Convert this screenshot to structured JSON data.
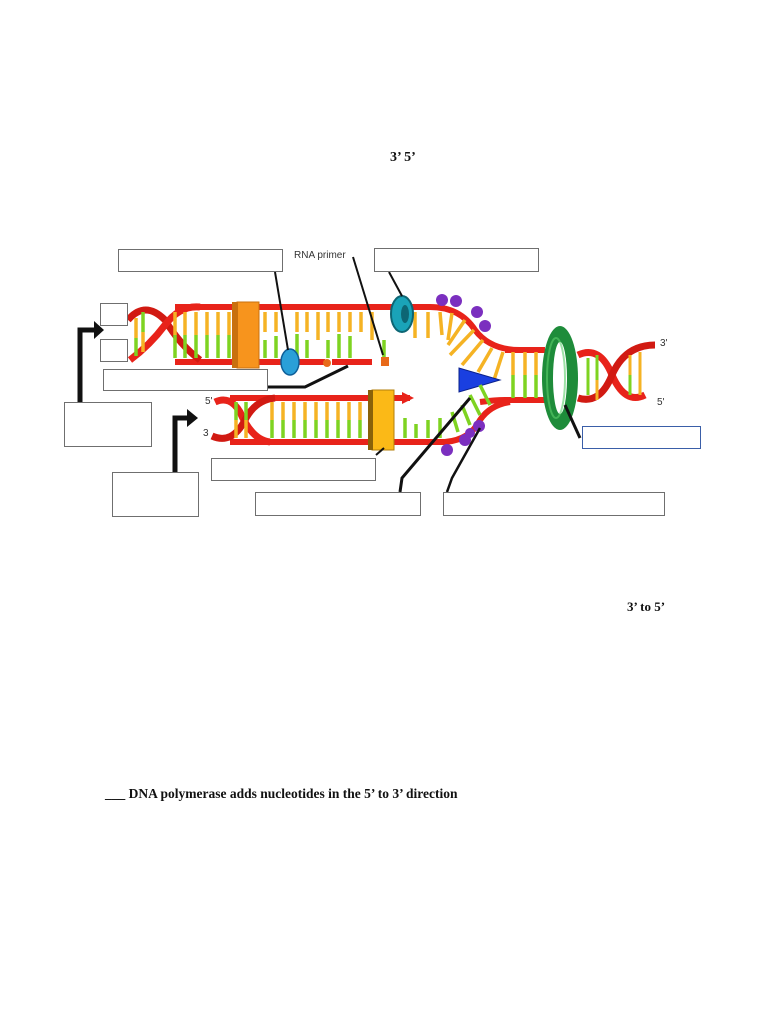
{
  "document": {
    "top_label": "3’   5’",
    "middle_label": "3’ to 5’",
    "statement": "___ DNA polymerase adds nucleotides in the 5’ to 3’ direction"
  },
  "diagram": {
    "title": "DNA replication fork",
    "labels": {
      "rna_primer": "RNA primer",
      "right_top_end": "3'",
      "right_bottom_end": "5'",
      "left_lower_top_end": "5'",
      "left_lower_bottom_end": "3"
    },
    "answer_boxes": [
      {
        "id": "box-top-left",
        "value": ""
      },
      {
        "id": "box-top-right",
        "value": ""
      },
      {
        "id": "box-small-upper",
        "value": ""
      },
      {
        "id": "box-small-lower",
        "value": ""
      },
      {
        "id": "box-mid-left",
        "value": ""
      },
      {
        "id": "box-left-square",
        "value": ""
      },
      {
        "id": "box-lower-left-square",
        "value": ""
      },
      {
        "id": "box-lower-mid",
        "value": ""
      },
      {
        "id": "box-bottom-center",
        "value": ""
      },
      {
        "id": "box-bottom-right",
        "value": ""
      },
      {
        "id": "box-helicase",
        "value": ""
      }
    ],
    "colors": {
      "backbone": "#e8231a",
      "base_orange": "#f5b324",
      "base_green": "#7ed321",
      "polymerase": "#f7941d",
      "polymerase_lower": "#fbb917",
      "helicase": "#1e8c3a",
      "clamp_teal": "#1aa3b8",
      "ssb_purple": "#7b2fbf",
      "primase_blue": "#1a3fe0",
      "ligase_blue": "#2a9fd8"
    }
  }
}
